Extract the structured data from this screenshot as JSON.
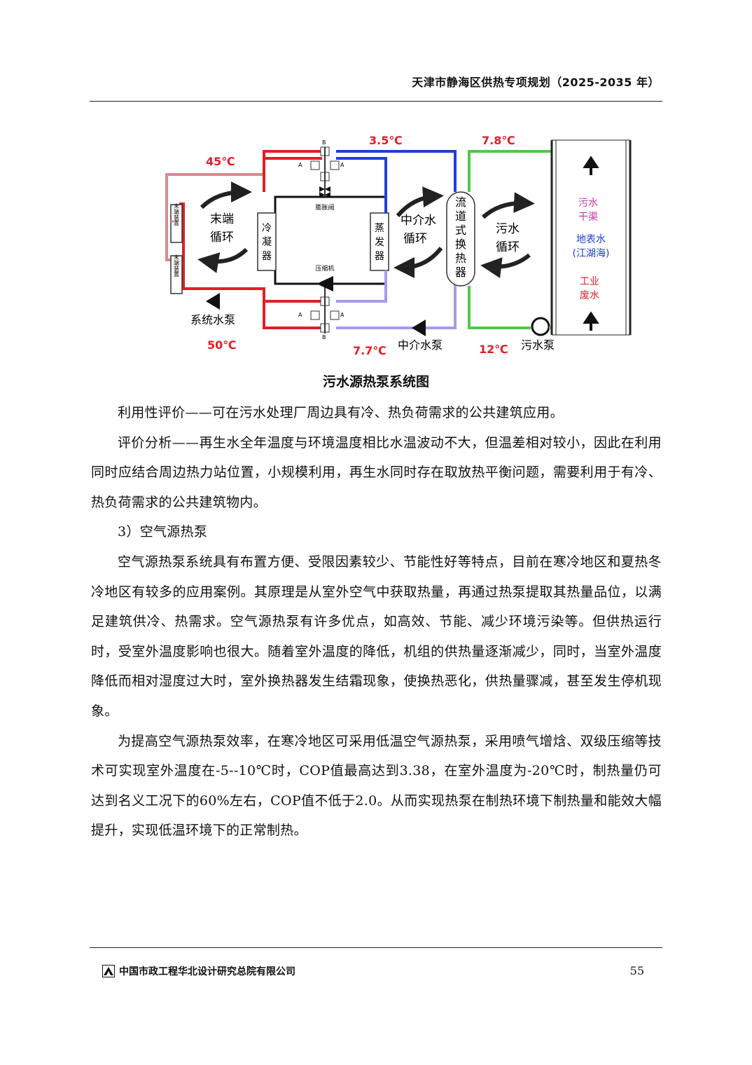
{
  "header": {
    "title": "天津市静海区供热专项规划（2025-2035 年）"
  },
  "diagram": {
    "temps": {
      "t45": "45℃",
      "t50": "50℃",
      "t35": "3.5℃",
      "t77": "7.7℃",
      "t78": "7.8℃",
      "t12": "12℃"
    },
    "labels": {
      "end_loop_1": "末端",
      "end_loop_2": "循环",
      "mid_loop_1": "中介水",
      "mid_loop_2": "循环",
      "sewage_loop_1": "污水",
      "sewage_loop_2": "循环",
      "condenser": [
        "冷",
        "凝",
        "器"
      ],
      "evaporator": [
        "蒸",
        "发",
        "器"
      ],
      "exchanger": [
        "流",
        "道",
        "式",
        "换",
        "热",
        "器"
      ],
      "expansion_valve": "膨胀阀",
      "compressor": "压缩机",
      "system_pump": "系统水泵",
      "mid_pump": "中介水泵",
      "sewage_pump": "污水泵",
      "end_device_1": "末端装置",
      "end_device_2": "末端装置",
      "source_1a": "污水",
      "source_1b": "干渠",
      "source_2a": "地表水",
      "source_2b": "(江湖海)",
      "source_3a": "工业",
      "source_3b": "废水",
      "valve_a": "A",
      "valve_b": "B"
    }
  },
  "caption": "污水源热泵系统图",
  "paragraphs": [
    "利用性评价——可在污水处理厂周边具有冷、热负荷需求的公共建筑应用。",
    "评价分析——再生水全年温度与环境温度相比水温波动不大，但温差相对较小，因此在利用同时应结合周边热力站位置，小规模利用，再生水同时存在取放热平衡问题，需要利用于有冷、热负荷需求的公共建筑物内。",
    "3）空气源热泵",
    "空气源热泵系统具有布置方便、受限因素较少、节能性好等特点，目前在寒冷地区和夏热冬冷地区有较多的应用案例。其原理是从室外空气中获取热量，再通过热泵提取其热量品位，以满足建筑供冷、热需求。空气源热泵有许多优点，如高效、节能、减少环境污染等。但供热运行时，受室外温度影响也很大。随着室外温度的降低，机组的供热量逐渐减少，同时，当室外温度降低而相对湿度过大时，室外换热器发生结霜现象，使换热恶化，供热量骤减，甚至发生停机现象。",
    "为提高空气源热泵效率，在寒冷地区可采用低温空气源热泵，采用喷气增焓、双级压缩等技术可实现室外温度在-5--10℃时，COP值最高达到3.38，在室外温度为-20℃时，制热量仍可达到名义工况下的60%左右，COP值不低于2.0。从而实现热泵在制热环境下制热量和能效大幅提升，实现低温环境下的正常制热。"
  ],
  "footer": {
    "company": "中国市政工程华北设计研究总院有限公司",
    "page": "55"
  },
  "colors": {
    "hot": "#e01f26",
    "hot_light": "#d98a8e",
    "cold": "#1f3fd6",
    "mid_light": "#a79af0",
    "sewage": "#4ec94a",
    "pipe": "#111111"
  }
}
